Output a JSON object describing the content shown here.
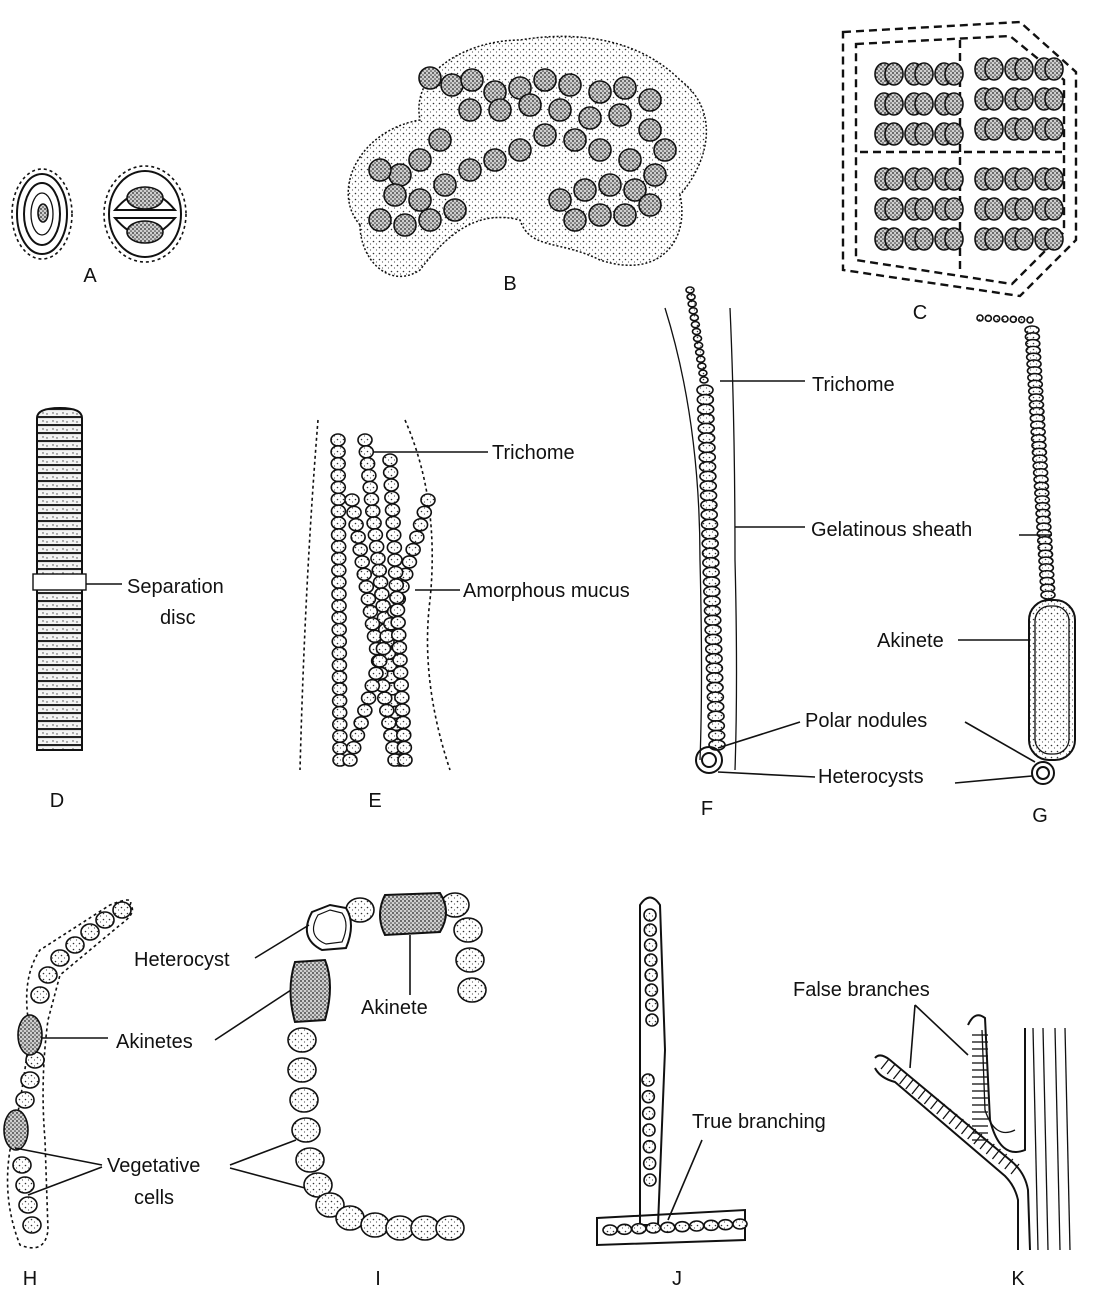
{
  "panel_letters": {
    "a": "A",
    "b": "B",
    "c": "C",
    "d": "D",
    "e": "E",
    "f": "F",
    "g": "G",
    "h": "H",
    "i": "I",
    "j": "J",
    "k": "K"
  },
  "labels": {
    "separation_disc_line1": "Separation",
    "separation_disc_line2": "disc",
    "trichome_e": "Trichome",
    "amorphous_mucus": "Amorphous mucus",
    "trichome_f": "Trichome",
    "gelatinous_sheath": "Gelatinous sheath",
    "akinete_g": "Akinete",
    "polar_nodules": "Polar nodules",
    "heterocysts": "Heterocysts",
    "heterocyst": "Heterocyst",
    "akinete_i": "Akinete",
    "akinetes": "Akinetes",
    "vegetative_line1": "Vegetative",
    "vegetative_line2": "cells",
    "true_branching": "True branching",
    "false_branches": "False branches"
  }
}
